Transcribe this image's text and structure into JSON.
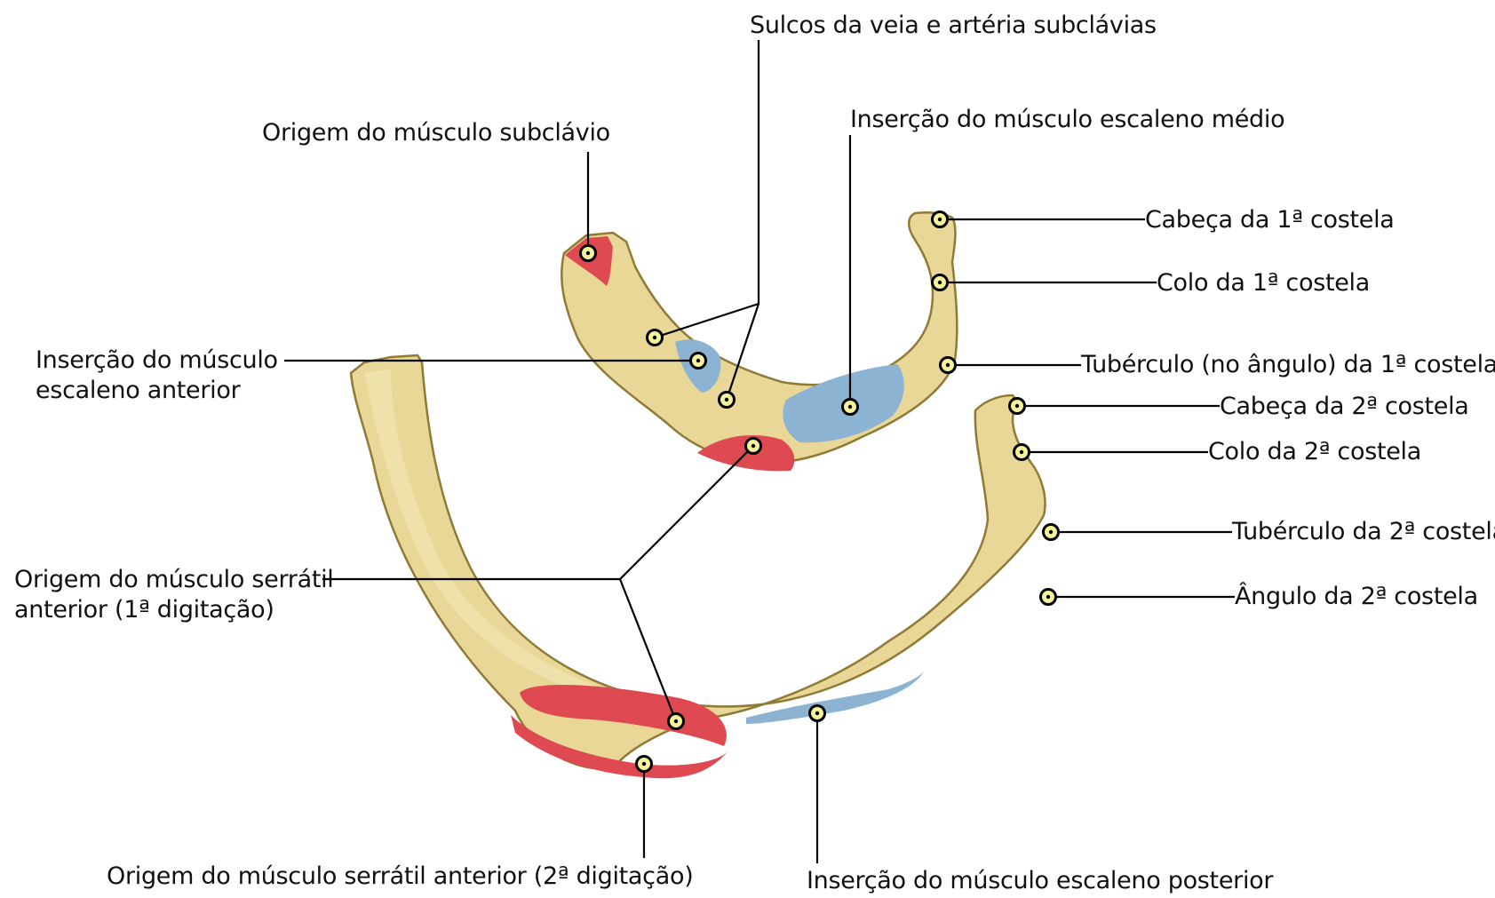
{
  "colors": {
    "bone": "#e9d797",
    "bone_shadow": "#c3aa5c",
    "bone_dark": "#8f7a36",
    "muscle_red": "#df4a52",
    "muscle_blue": "#8db3d3",
    "leader": "#000000",
    "marker_fill": "#f6f29a"
  },
  "labels": {
    "sulcos": "Sulcos da veia e artéria subclávias",
    "origem_subclavio": "Origem do músculo subclávio",
    "insercao_escaleno_medio": "Inserção do músculo escaleno médio",
    "cabeca_1": "Cabeça da 1ª costela",
    "colo_1": "Colo da 1ª costela",
    "tuberculo_1": "Tubérculo (no ângulo) da 1ª costela",
    "insercao_escaleno_anterior": "Inserção do músculo\nescaleno anterior",
    "cabeca_2": "Cabeça da 2ª costela",
    "colo_2": "Colo da 2ª costela",
    "tuberculo_2": "Tubérculo da 2ª costela",
    "angulo_2": "Ângulo da 2ª costela",
    "origem_serratil_1": "Origem do músculo serrátil\nanterior (1ª digitação)",
    "origem_serratil_2": "Origem do músculo serrátil anterior (2ª digitação)",
    "insercao_escaleno_posterior": "Inserção do músculo escaleno posterior"
  }
}
